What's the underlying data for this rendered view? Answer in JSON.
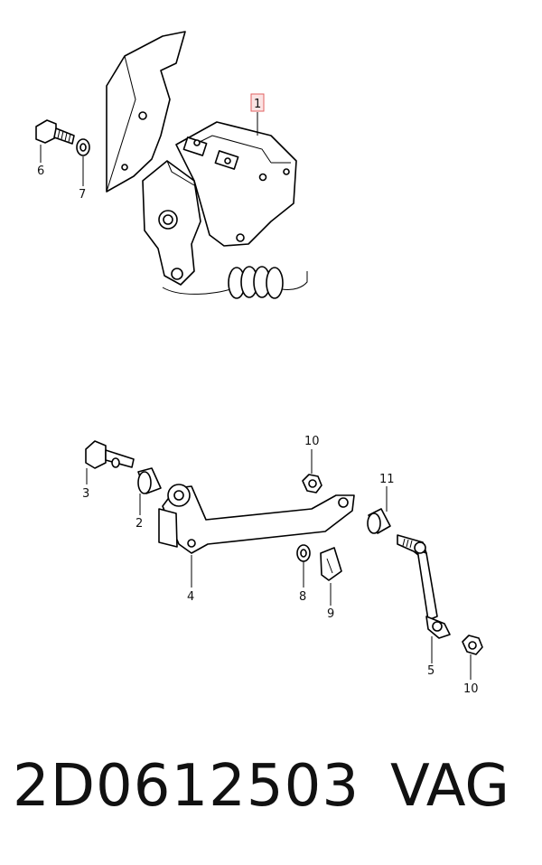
{
  "callouts": {
    "c1": "1",
    "c2": "2",
    "c3": "3",
    "c4": "4",
    "c5": "5",
    "c6": "6",
    "c7": "7",
    "c8": "8",
    "c9": "9",
    "c10a": "10",
    "c10b": "10",
    "c11": "11"
  },
  "footer": {
    "part_number": "2D0612503",
    "brand": "VAG"
  },
  "colors": {
    "highlight_box": "#e06060",
    "highlight_fill": "#fbe3e3",
    "line": "#000000"
  }
}
